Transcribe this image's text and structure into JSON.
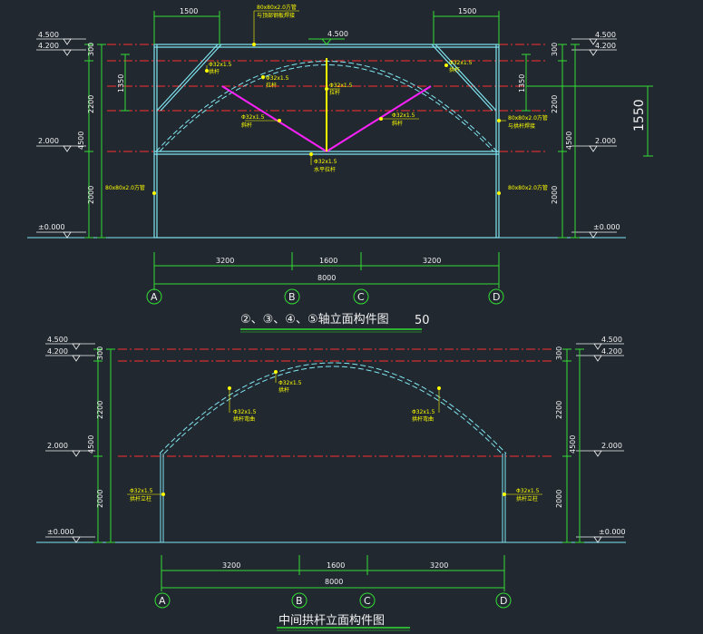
{
  "colors": {
    "background": "#212830",
    "frame": "#7fe6f0",
    "red_dashed": "#ff3030",
    "green_dim": "#33dd33",
    "magenta_strut": "#ff22ff",
    "yellow": "#ffff00",
    "white_text": "#f2f2f2"
  },
  "drawing1": {
    "title": "②、③、④、⑤轴立面构件图",
    "title_suffix": "50",
    "levels_left": [
      "4.500",
      "4.200",
      "2.000",
      "±0.000"
    ],
    "levels_right": [
      "4.500",
      "4.200",
      "2.000",
      "±0.000"
    ],
    "top_level_center": "4.500",
    "dims_top": [
      "1500",
      "1500"
    ],
    "dims_left": [
      "300",
      "2200",
      "2000",
      "4500",
      "1350"
    ],
    "dims_right": [
      "300",
      "2200",
      "2000",
      "4500",
      "1350"
    ],
    "dim_far_right": "1550",
    "dims_bottom": [
      "3200",
      "1600",
      "3200"
    ],
    "dim_total": "8000",
    "axes": [
      "A",
      "B",
      "C",
      "D"
    ],
    "annotations": {
      "top_note": [
        "80x80x2.0方管",
        "与顶部钢板焊接"
      ],
      "left_arch": [
        "Φ32x1.5",
        "拱杆"
      ],
      "left_mid": [
        "Φ32x1.5",
        "拉杆"
      ],
      "center_vert": [
        "Φ32x1.5",
        "拉杆"
      ],
      "right_arch": [
        "Φ32x1.5",
        "拱杆"
      ],
      "left_diag": [
        "Φ32x1.5",
        "斜杆"
      ],
      "right_diag": [
        "Φ32x1.5",
        "斜杆"
      ],
      "right_beam": [
        "80x80x2.0方管",
        "与拱杆焊接"
      ],
      "bottom_center": [
        "Φ32x1.5",
        "水平拉杆"
      ],
      "left_post": "80x80x2.0方管",
      "right_post": "80x80x2.0方管"
    }
  },
  "drawing2": {
    "title": "中间拱杆立面构件图",
    "levels_left": [
      "4.500",
      "4.200",
      "2.000",
      "±0.000"
    ],
    "levels_right": [
      "4.500",
      "4.200",
      "2.000",
      "±0.000"
    ],
    "dims_left": [
      "300",
      "2200",
      "2000",
      "4500"
    ],
    "dims_right": [
      "300",
      "2200",
      "2000",
      "4500"
    ],
    "dims_bottom": [
      "3200",
      "1600",
      "3200"
    ],
    "dim_total": "8000",
    "axes": [
      "A",
      "B",
      "C",
      "D"
    ],
    "annotations": {
      "arch_left": [
        "Φ32x1.5",
        "拱杆弯曲"
      ],
      "arch_top": [
        "Φ32x1.5",
        "拱杆"
      ],
      "arch_right": [
        "Φ32x1.5",
        "拱杆弯曲"
      ],
      "post_left": [
        "Φ32x1.5",
        "拱杆立柱"
      ],
      "post_right": [
        "Φ32x1.5",
        "拱杆立柱"
      ]
    }
  }
}
